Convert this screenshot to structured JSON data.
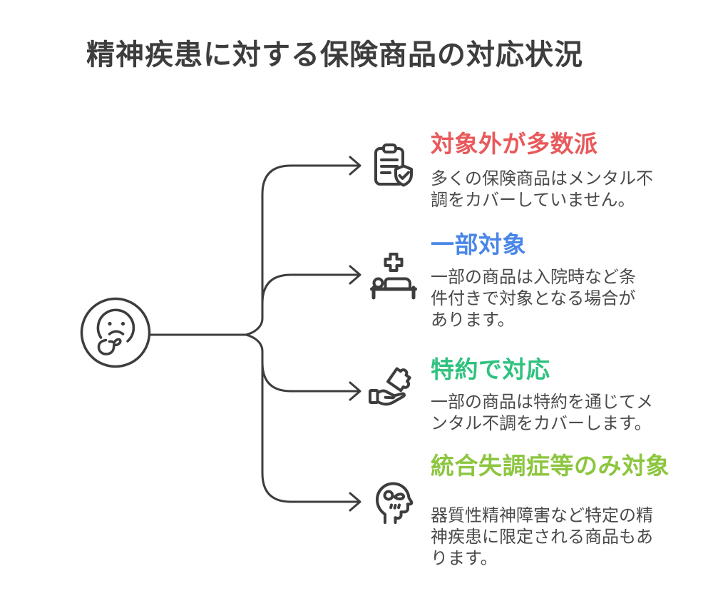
{
  "title": "精神疾患に対する保険商品の対応状況",
  "center": {
    "icon": "thinking-face-icon"
  },
  "items": [
    {
      "icon": "clipboard-shield-icon",
      "title": "対象外が多数派",
      "title_color": "#E8595B",
      "description": "多くの保険商品はメンタル不調をカバーしていません。"
    },
    {
      "icon": "hospital-bed-icon",
      "title": "一部対象",
      "title_color": "#4A86E8",
      "description": "一部の商品は入院時など条件付きで対象となる場合があります。"
    },
    {
      "icon": "hand-puzzle-icon",
      "title": "特約で対応",
      "title_color": "#2EC27E",
      "description": "一部の商品は特約を通じてメンタル不調をカバーします。"
    },
    {
      "icon": "head-mind-icon",
      "title": "統合失調症等のみ対象",
      "title_color": "#8CC63F",
      "description": "器質性精神障害など特定の精神疾患に限定される商品もあります。"
    }
  ],
  "colors": {
    "line": "#3D3D3D",
    "title_text": "#3D3D3D",
    "body_text": "#4A4A4A",
    "background": "#FFFFFF"
  }
}
